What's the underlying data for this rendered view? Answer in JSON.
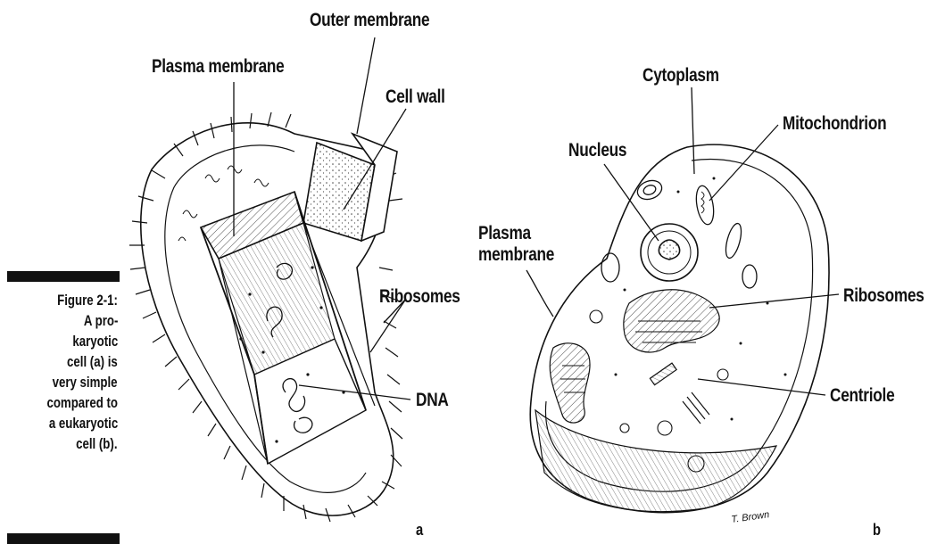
{
  "figure": {
    "number": "Figure 2-1:",
    "caption_lines": [
      "A pro-",
      "karyotic",
      "cell (a) is",
      "very simple",
      "compared to",
      "a eukaryotic",
      "cell (b)."
    ],
    "panel_a": {
      "letter": "a",
      "labels": {
        "outer_membrane": "Outer membrane",
        "plasma_membrane": "Plasma membrane",
        "cell_wall": "Cell wall",
        "ribosomes": "Ribosomes",
        "dna": "DNA"
      }
    },
    "panel_b": {
      "letter": "b",
      "signature": "T. Brown",
      "labels": {
        "cytoplasm": "Cytoplasm",
        "mitochondrion": "Mitochondrion",
        "nucleus": "Nucleus",
        "plasma_membrane": "Plasma\nmembrane",
        "ribosomes": "Ribosomes",
        "centriole": "Centriole"
      }
    }
  }
}
